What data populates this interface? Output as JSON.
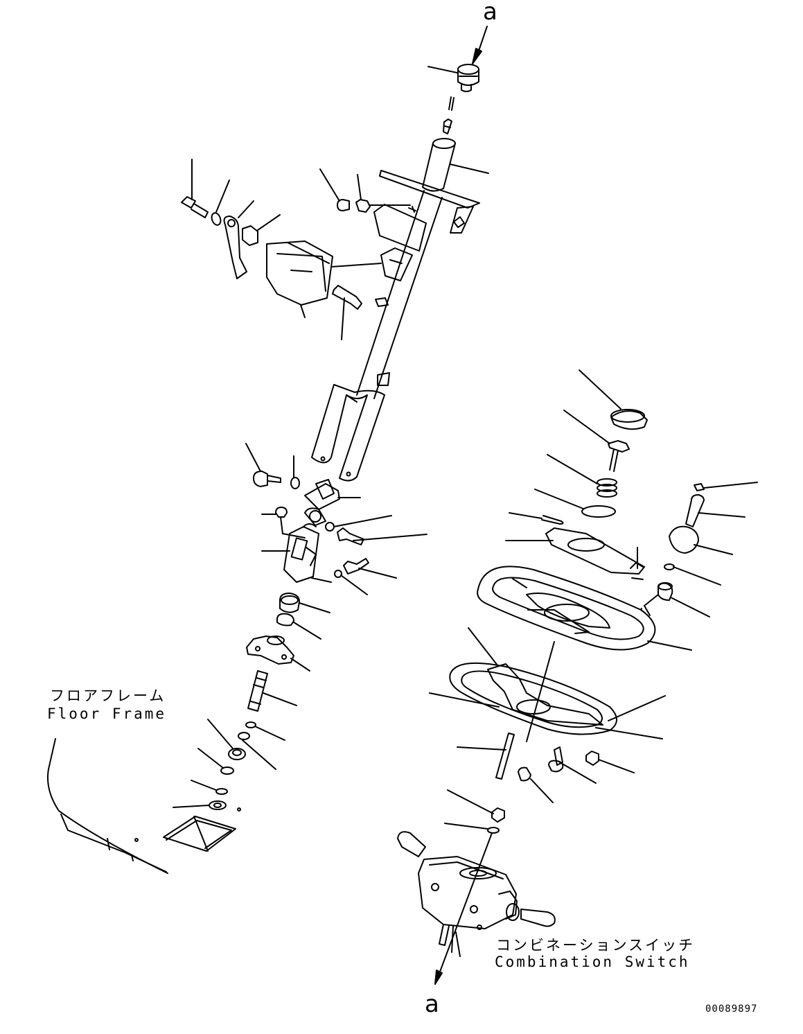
{
  "diagram": {
    "view_label_top": "a",
    "view_label_bottom": "a",
    "callouts": [
      {
        "id": "floor-frame",
        "japanese": "フロアフレーム",
        "english": "Floor Frame"
      },
      {
        "id": "combination-switch",
        "japanese": "コンビネーションスイッチ",
        "english": "Combination Switch"
      }
    ],
    "drawing_number": "00089897"
  }
}
